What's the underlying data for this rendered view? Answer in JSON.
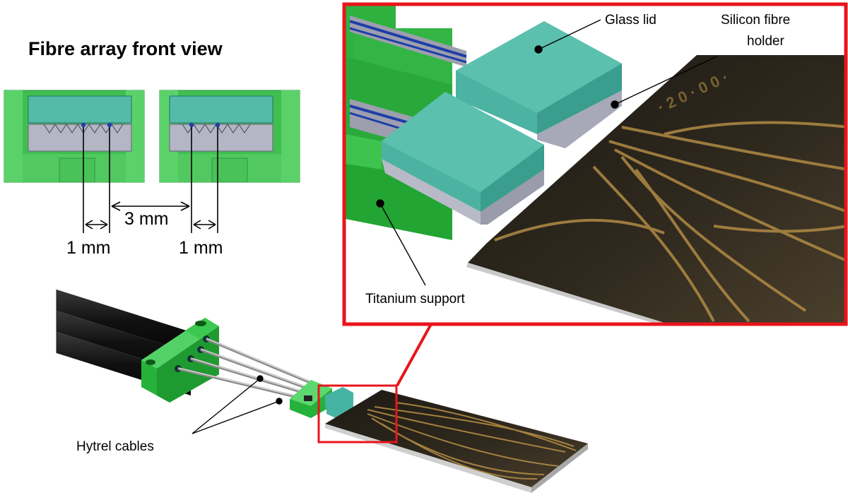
{
  "front_view": {
    "title": "Fibre array front view",
    "pitch_label": "3 mm",
    "left_spacing_label": "1 mm",
    "right_spacing_label": "1 mm"
  },
  "inset": {
    "frame_color": "#e8141b",
    "labels": {
      "glass_lid": "Glass lid",
      "silicon_holder_line1": "Silicon fibre",
      "silicon_holder_line2": "holder",
      "titanium_support": "Titanium support"
    }
  },
  "assembly": {
    "hytrel_label": "Hytrel cables"
  },
  "colors": {
    "titanium_green": "#27b53a",
    "glass_teal": "#47b3a3",
    "silicon_grey": "#a9aab9",
    "fibre_blue": "#1e3fa8",
    "chip_dark": "#2b241a",
    "waveguide_gold": "#b08a44"
  }
}
